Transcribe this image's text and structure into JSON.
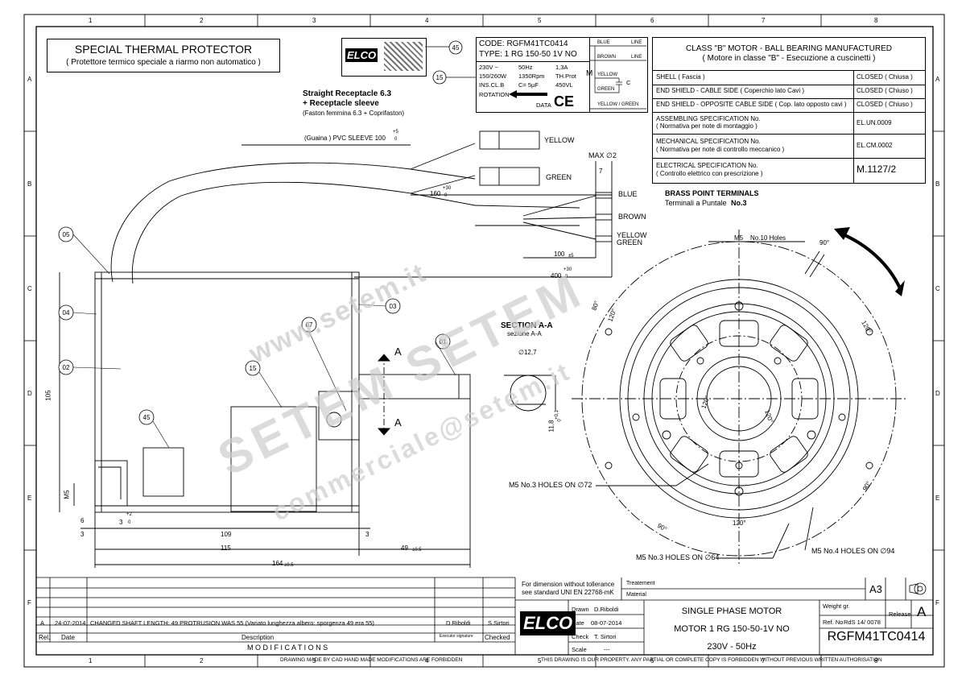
{
  "frame": {
    "cols": [
      "1",
      "2",
      "3",
      "4",
      "5",
      "6",
      "7",
      "8"
    ],
    "rows": [
      "A",
      "B",
      "C",
      "D",
      "E",
      "F"
    ]
  },
  "title_block": {
    "title": "SPECIAL THERMAL PROTECTOR",
    "subtitle": "( Protettore termico speciale a riarmo non automatico )"
  },
  "code_box": {
    "code": "CODE: RGFM41TC0414",
    "type": "TYPE:  1 RG 150-50 1V NO",
    "rows": [
      [
        "230V ~",
        "50Hz",
        "1,3A"
      ],
      [
        "150/260W",
        "1350Rpm",
        "TH.Prot"
      ],
      [
        "INS.CL.B",
        "C= 5µF",
        "450VL"
      ]
    ],
    "rotation": "ROTATION",
    "data": "DATA",
    "ce": "CE",
    "wires": [
      "BLUE",
      "LINE",
      "BROWN",
      "LINE",
      "YELLOW",
      "GREEN",
      "YELLOW / GREEN"
    ],
    "m_label": "M",
    "c_label": "C"
  },
  "class_box": {
    "header1": "CLASS \"B\" MOTOR - BALL BEARING MANUFACTURED",
    "header2": "( Motore in classe \"B\" - Esecuzione a cuscinetti )",
    "rows": [
      {
        "label": "SHELL ( Fascia )",
        "value": "CLOSED ( Chiusa )"
      },
      {
        "label": "END SHIELD - CABLE SIDE ( Coperchio lato Cavi )",
        "value": "CLOSED ( Chiuso )"
      },
      {
        "label": "END SHIELD - OPPOSITE CABLE SIDE ( Cop. lato opposto cavi )",
        "value": "CLOSED ( Chiuso )"
      },
      {
        "label": "ASSEMBLING SPECIFICATION No.",
        "label2": "( Normativa per note di montaggio )",
        "value": "EL.UN.0009"
      },
      {
        "label": "MECHANICAL SPECIFICATION No.",
        "label2": "( Normativa per note di controllo meccanico )",
        "value": "EL.CM.0002"
      },
      {
        "label": "ELECTRICAL SPECIFICATION No.",
        "label2": "( Controllo elettrico con prescrizione )",
        "value": "M.1127/2"
      }
    ]
  },
  "labels": {
    "receptacle1": "Straight Receptacle 6.3",
    "receptacle2": "+  Receptacle sleeve",
    "receptacle3": "(Faston femmina 6.3 + Coprifaston)",
    "sleeve": "(Guaina )  PVC SLEEVE  100",
    "sleeve_tol_up": "+5",
    "sleeve_tol_dn": "0",
    "yellow": "YELLOW",
    "green": "GREEN",
    "max2": "MAX ∅2",
    "seven": "7",
    "dim160": "160",
    "dim160_up": "+30",
    "dim160_dn": "0",
    "blue": "BLUE",
    "brown": "BROWN",
    "yellow2": "YELLOW",
    "green2": "GREEN",
    "brass1": "BRASS POINT TERMINALS",
    "brass2": "Terminali a Puntale",
    "brass3": "No.3",
    "dim100": "100",
    "dim100_tol": "±5",
    "dim400": "400",
    "dim400_up": "+30",
    "dim400_dn": "0",
    "section": "SECTION  A-A",
    "sezione": "sezione  A-A",
    "dia127": "∅12,7",
    "dim118": "11,8",
    "dim118_tol": "+0,1",
    "dim118_tol2": "0",
    "a_mark": "A",
    "m5_holes10": "M5",
    "no10holes": "No.10 Holes",
    "m5_holes72": "M5  No.3 HOLES ON  ∅72",
    "m5_holes64": "M5  No.3 HOLES ON  ∅64",
    "m5_holes94": "M5  No.4 HOLES ON  ∅94",
    "dim105": "105",
    "m5": "M5",
    "d6": "6",
    "d3a": "3",
    "d0": "0",
    "d2": "+2",
    "d3b": "3",
    "d109": "109",
    "d3c": "3",
    "d115": "115",
    "d49": "49",
    "d49_tol": "±0.5",
    "d164": "164",
    "d164_tol": "±0.5",
    "callouts": [
      "01",
      "02",
      "03",
      "04",
      "05",
      "07",
      "15",
      "45"
    ],
    "deg90": "90°",
    "deg120": "120°",
    "deg80": "80°"
  },
  "watermark": {
    "line1": "www.setem.it",
    "line2": "SETEM  SETEM",
    "line3": "commerciale@setem.it"
  },
  "bottom": {
    "mods": [
      {
        "rel": "A",
        "date": "24-07-2014",
        "desc": "CHANGED SHAFT LENGTH: 49 PROTRUSION WAS 55  (Variato lunghezza albero: sporgenza 49 era 55)",
        "executor": "D.Riboldi",
        "checked": "S.Sirtori"
      }
    ],
    "hdr_rel": "Rel.",
    "hdr_date": "Date",
    "hdr_desc": "Description",
    "hdr_exec": "Executor signature",
    "hdr_checked": "Checked",
    "modifications": "M O D I F I C A T I O N S",
    "tolerance1": "For dimension without tollerance",
    "tolerance2": "see standard UNI EN 22768-mK",
    "treatement": "Treatement",
    "material": "Material",
    "a3": "A3",
    "drawn_lbl": "Drawn",
    "drawn_val": "D.Riboldi",
    "date_lbl": "Date",
    "date_val": "08-07-2014",
    "check_lbl": "Check",
    "check_val": "T. Sirtori",
    "scale_lbl": "Scale",
    "scale_val": "---",
    "desc1": "SINGLE  PHASE  MOTOR",
    "desc2": "MOTOR  1 RG  150-50-1V NO",
    "desc3": "230V  -  50Hz",
    "weight": "Weight gr.",
    "refno_lbl": "Ref. No",
    "refno_val": "RdS 14/ 0078",
    "release_lbl": "Release",
    "release_val": "A",
    "code": "RGFM41TC0414",
    "footer_left": "DRAWING MADE BY CAD HAND MADE MODIFICATIONS ARE FORBIDDEN",
    "footer_right": "THIS DRAWING IS OUR PROPERTY. ANY PARTIAL OR COMPLETE COPY IS FORBIDDEN WITHOUT PREVIOUS WRITTEN AUTHORISATION",
    "logo": "ELCO"
  }
}
